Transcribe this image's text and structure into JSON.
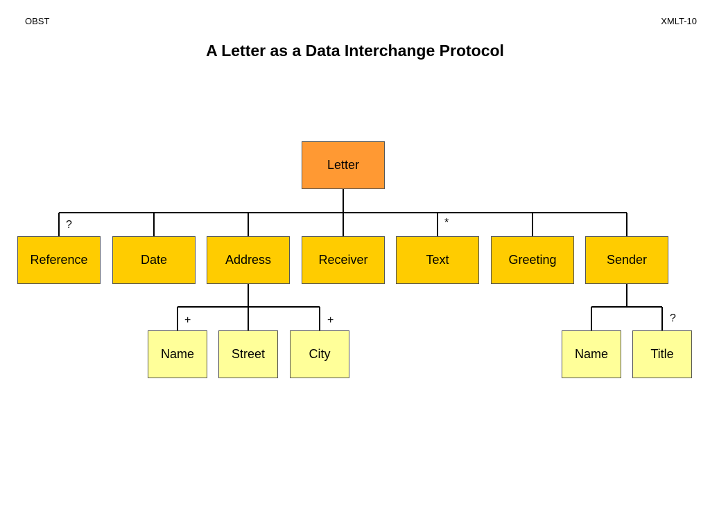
{
  "header": {
    "left": "OBST",
    "right": "XMLT-10"
  },
  "title": "A Letter as a Data Interchange Protocol",
  "colors": {
    "root": "#ff9933",
    "level1": "#ffcc00",
    "level2": "#ffff99",
    "line": "#000000",
    "border": "#555555"
  },
  "tree": {
    "root": {
      "label": "Letter"
    },
    "children": [
      {
        "label": "Reference",
        "marker": "?"
      },
      {
        "label": "Date"
      },
      {
        "label": "Address",
        "children": [
          {
            "label": "Name",
            "marker": "+"
          },
          {
            "label": "Street"
          },
          {
            "label": "City",
            "marker": "+"
          }
        ]
      },
      {
        "label": "Receiver"
      },
      {
        "label": "Text",
        "marker": "*"
      },
      {
        "label": "Greeting"
      },
      {
        "label": "Sender",
        "children": [
          {
            "label": "Name"
          },
          {
            "label": "Title",
            "marker": "?"
          }
        ]
      }
    ]
  }
}
